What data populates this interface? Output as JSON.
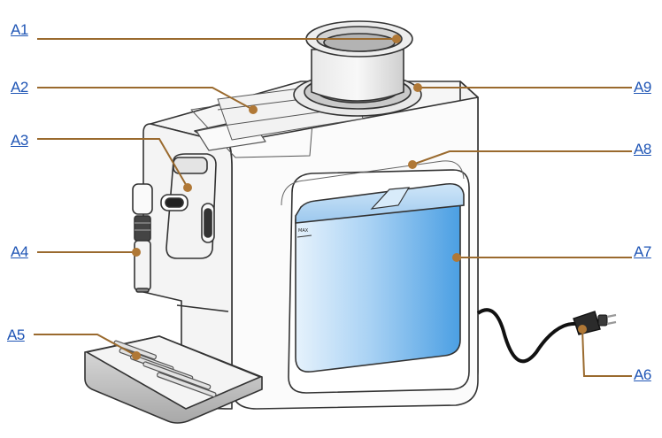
{
  "callouts": {
    "a1": "A1",
    "a2": "A2",
    "a3": "A3",
    "a4": "A4",
    "a5": "A5",
    "a6": "A6",
    "a7": "A7",
    "a8": "A8",
    "a9": "A9"
  },
  "tank_mark": "MAX",
  "colors": {
    "leader": "#9a6a2e",
    "dot": "#b07836",
    "label": "#1f55b5",
    "tank_blue": "#5aa8e6",
    "outline": "#333333"
  }
}
